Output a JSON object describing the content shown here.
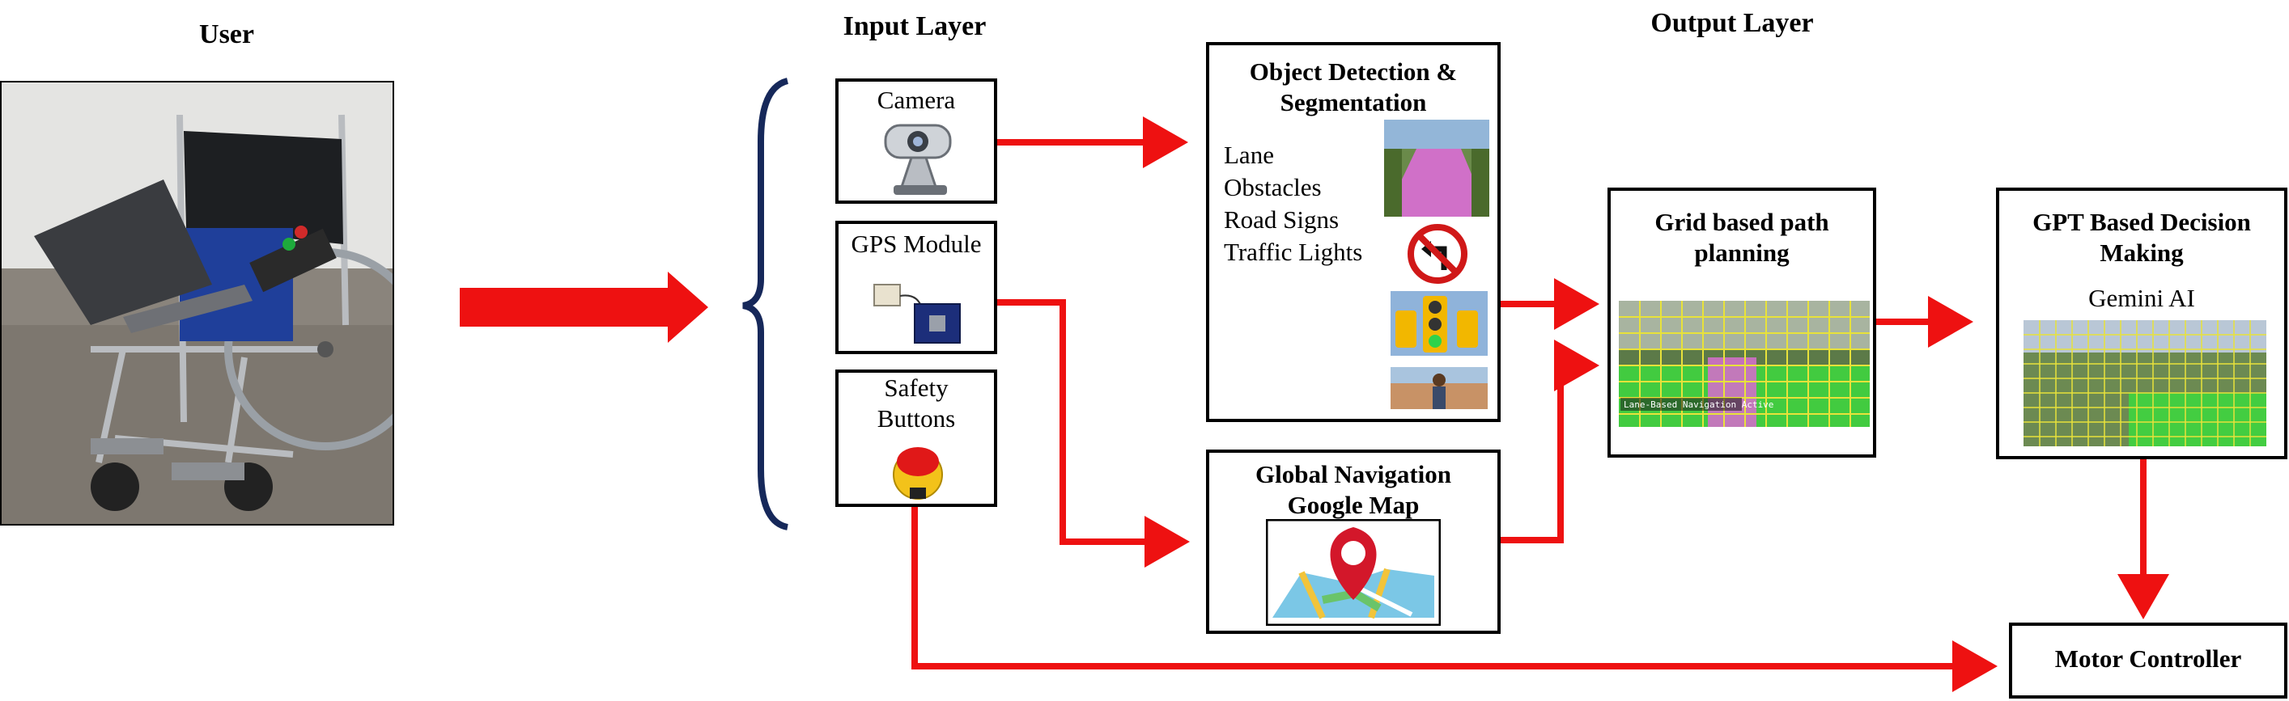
{
  "headers": {
    "user": "User",
    "input_layer": "Input Layer",
    "output_layer": "Output Layer"
  },
  "inputs": {
    "camera": "Camera",
    "gps": "GPS Module",
    "safety": "Safety Buttons"
  },
  "object_detection": {
    "title": "Object Detection & Segmentation",
    "items": [
      "Lane",
      "Obstacles",
      "Road Signs",
      "Traffic Lights"
    ]
  },
  "global_nav": {
    "title_line1": "Global Navigation",
    "title_line2": "Google Map"
  },
  "grid_planning": {
    "title": "Grid based path planning",
    "overlay_text": "Lane-Based Navigation Active"
  },
  "gpt_decision": {
    "title": "GPT Based Decision Making",
    "subtitle": "Gemini AI"
  },
  "motor": {
    "title": "Motor Controller"
  },
  "colors": {
    "arrow": "#ee1111",
    "brace": "#16285a",
    "box_border": "#000000",
    "lane_mask": "#d070c8",
    "grid_yellow": "#e8e23a",
    "grid_green": "#22dd22"
  }
}
